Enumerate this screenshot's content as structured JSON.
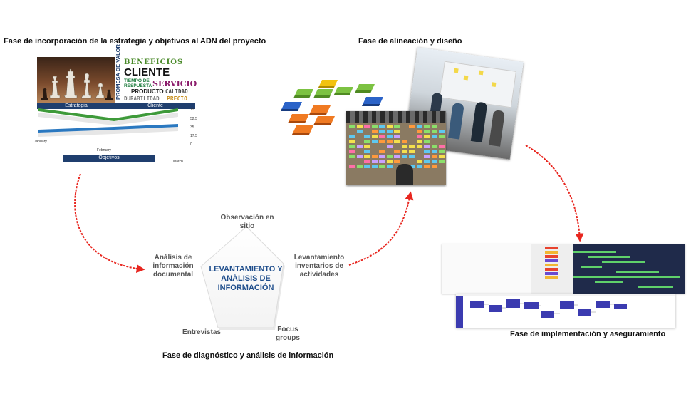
{
  "phases": {
    "incorporation": {
      "title": "Fase de incorporación de la estrategia y objetivos al ADN del proyecto",
      "bars": {
        "strategy": "Estrategia",
        "client": "Cliente",
        "objectives": "Objetivos"
      },
      "value_words": {
        "vertical": "PROMESA DE VALOR",
        "benefits": "BENEFICIOS",
        "client": "CLIENTE",
        "response_time": "TIEMPO DE RESPUESTA",
        "service": "SERVICIO",
        "product": "PRODUCTO",
        "quality": "CALIDAD",
        "durability": "DURABILIDAD",
        "price": "PRECIO"
      },
      "chart": {
        "y_ticks": [
          "75",
          "52.5",
          "35",
          "17.5",
          "0"
        ],
        "x_ticks": [
          "January",
          "February",
          "March"
        ]
      }
    },
    "alignment": {
      "title": "Fase de alineación y diseño"
    },
    "implementation": {
      "title": "Fase de implementación y aseguramiento"
    },
    "diagnosis": {
      "title": "Fase de diagnóstico y análisis de información",
      "center": "LEVANTAMIENTO Y ANÁLISIS DE INFORMACIÓN",
      "methods": {
        "top": "Observación en sitio",
        "left": "Análisis de información documental",
        "right": "Levantamiento inventarios de actividades",
        "bottom_left": "Entrevistas",
        "bottom_right": "Focus groups"
      }
    }
  },
  "colors": {
    "arrow": "#e8261f",
    "accent": "#1f4e8c",
    "bar": "#1f3e6e"
  }
}
